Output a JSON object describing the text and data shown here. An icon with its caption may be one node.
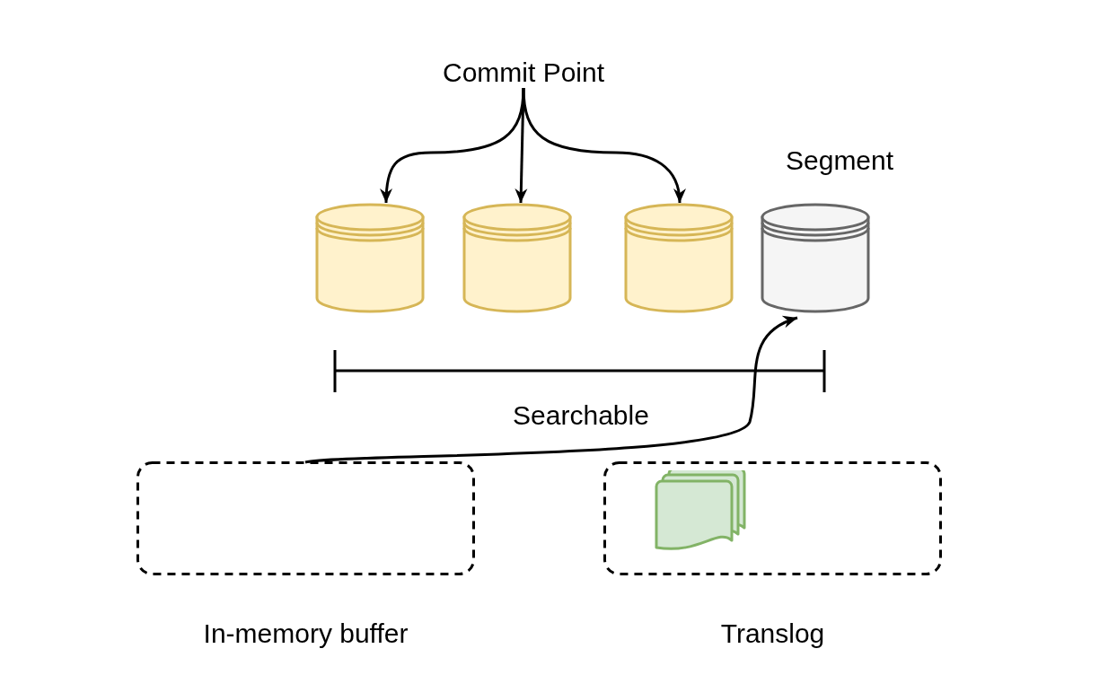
{
  "diagram": {
    "nodes": [
      {
        "text": [
          "Commit Point"
        ]
      },
      {
        "text": [],
        "shape": "cylinder"
      },
      {
        "text": [],
        "shape": "cylinder"
      },
      {
        "text": [],
        "shape": "cylinder"
      },
      {
        "text": [
          "Segment"
        ]
      },
      {
        "text": [
          "In-memory buffer"
        ]
      },
      {
        "text": [
          "Translog"
        ]
      },
      {
        "text": [],
        "shape": "document",
        "in": 6
      }
    ],
    "edges": [
      {
        "from": 0,
        "to": 1,
        "arrow": "to"
      },
      {
        "from": 0,
        "to": 2,
        "arrow": "to"
      },
      {
        "from": 0,
        "to": 3,
        "arrow": "to"
      },
      {
        "from": 5,
        "to": 4,
        "arrow": "to"
      }
    ],
    "labels": [
      "Searchable"
    ]
  }
}
